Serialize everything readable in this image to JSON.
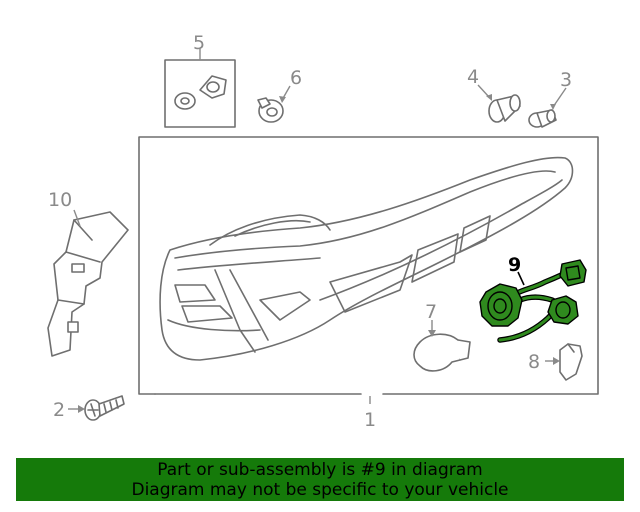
{
  "callouts": {
    "c1": "1",
    "c2": "2",
    "c3": "3",
    "c4": "4",
    "c5": "5",
    "c6": "6",
    "c7": "7",
    "c8": "8",
    "c9": "9",
    "c10": "10"
  },
  "highlight": {
    "part": "9",
    "color": "#2f8a1e"
  },
  "banner": {
    "line1": "Part or sub-assembly is #9 in diagram",
    "line2": "Diagram may not be specific to your vehicle",
    "background": "#157a0a"
  }
}
